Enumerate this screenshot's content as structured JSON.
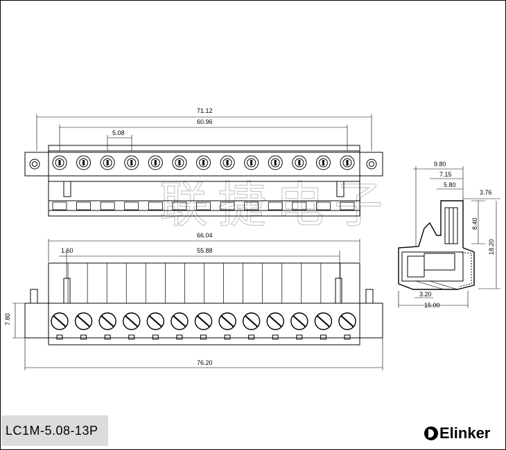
{
  "part_number": "LC1M-5.08-13P",
  "brand": "Elinker",
  "watermark": "联捷电子",
  "dimensions": {
    "overall_width": "71.12",
    "pin_span": "60.96",
    "pitch": "5.08",
    "body_length": "66.04",
    "pin_span_front": "55.88",
    "offset": "1.60",
    "flange_width": "76.20",
    "flange_height": "7.80",
    "side_top_width": "9.80",
    "side_mid_width": "7.15",
    "side_inner_width": "5.80",
    "side_top_offset": "3.76",
    "side_upper_height": "8.40",
    "side_total_height": "18.20",
    "side_base_offset": "3.20",
    "side_depth": "15.00"
  },
  "pin_count": 13,
  "colors": {
    "line": "#000000",
    "label_bg": "#dcdcdc",
    "watermark": "#c8c8c8"
  }
}
